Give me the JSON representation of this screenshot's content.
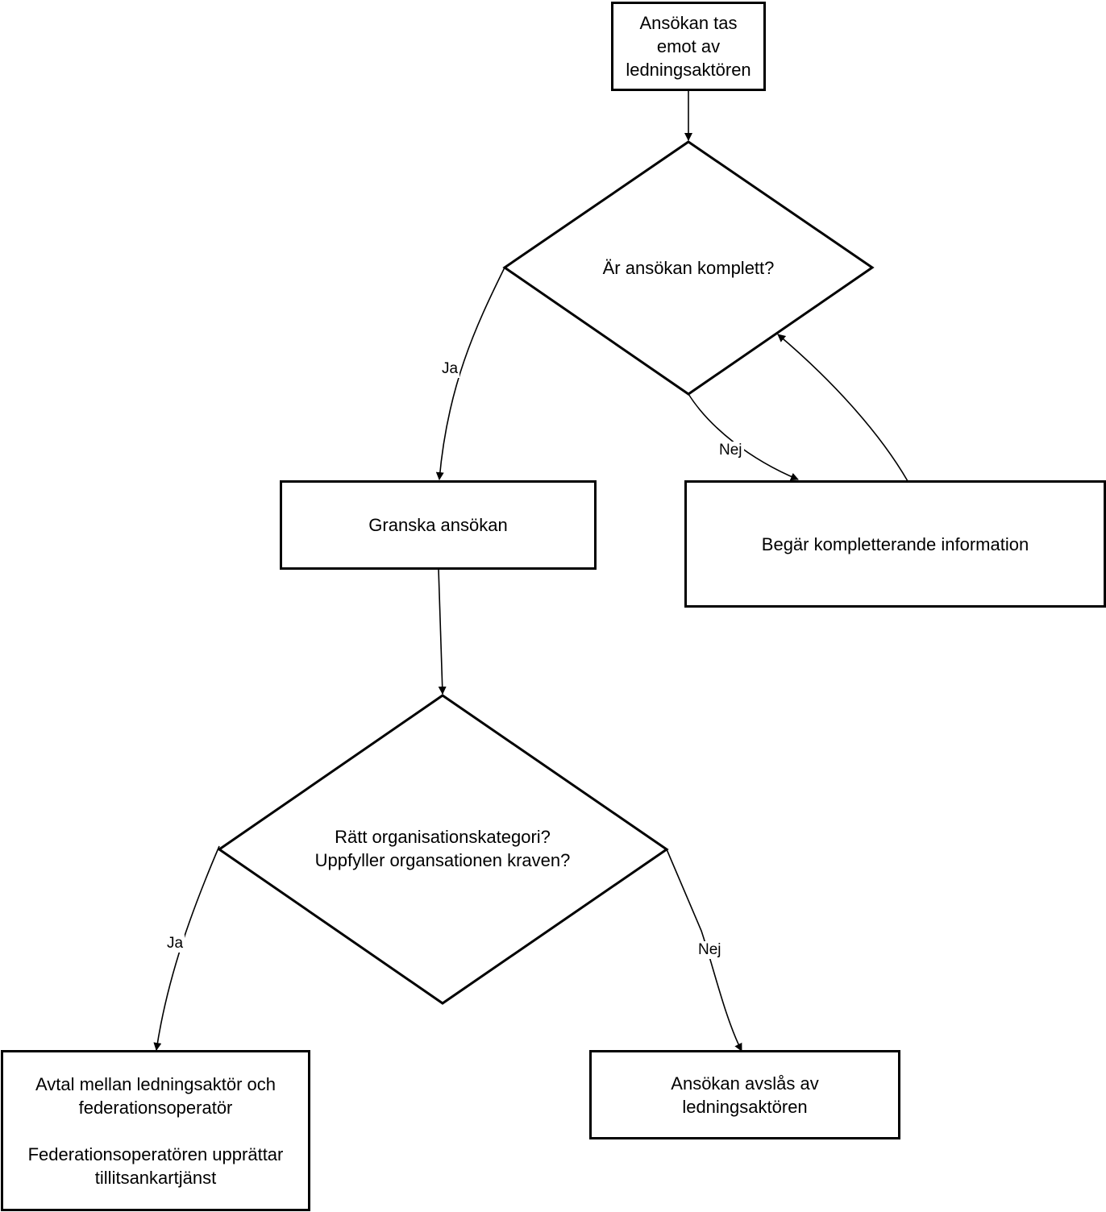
{
  "nodes": {
    "start": "Ansökan tas\nemot av\nledningsaktören",
    "decision1": "Är ansökan komplett?",
    "review": "Granska ansökan",
    "request_info": "Begär kompletterande information",
    "decision2": "Rätt organisationskategori?\nUppfyller organsationen kraven?",
    "agreement": "Avtal mellan ledningsaktör och\nfederationsoperatör\n\nFederationsoperatören upprättar\ntillitsankartjänst",
    "rejected": "Ansökan avslås av\nledningsaktören"
  },
  "edge_labels": {
    "d1_yes": "Ja",
    "d1_no": "Nej",
    "d2_yes": "Ja",
    "d2_no": "Nej"
  }
}
